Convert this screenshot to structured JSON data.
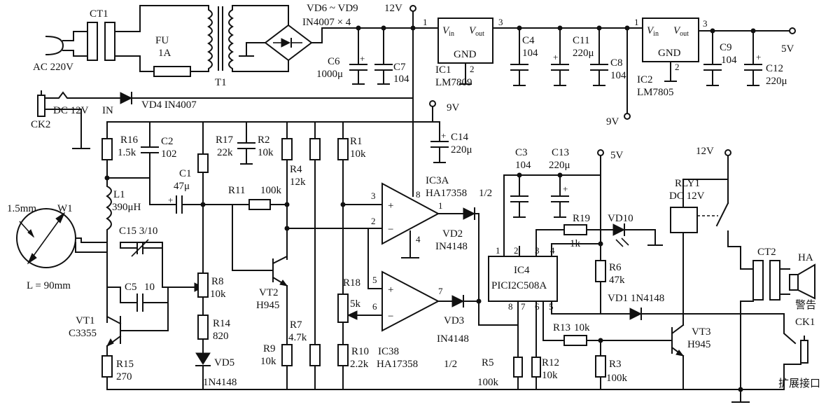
{
  "power": {
    "ac_in": "AC 220V",
    "ct1": "CT1",
    "fuse_name": "FU",
    "fuse_rating": "1A",
    "transformer": "T1",
    "bridge_name": "VD6 ~ VD9",
    "bridge_part": "IN4007 × 4",
    "rail_12v": "12V",
    "c6_name": "C6",
    "c6_val": "1000μ",
    "c7_name": "C7",
    "c7_val": "104",
    "ic1_name": "IC1",
    "ic1_part": "LM7809",
    "ic2_name": "IC2",
    "ic2_part": "LM7805",
    "vin": "V",
    "vin_sub": "in",
    "vout": "V",
    "vout_sub": "out",
    "gnd": "GND",
    "c4_name": "C4",
    "c4_val": "104",
    "c11_name": "C11",
    "c11_val": "220μ",
    "c8_name": "C8",
    "c8_val": "104",
    "c9_name": "C9",
    "c9_val": "104",
    "c12_name": "C12",
    "c12_val": "220μ",
    "out_5v": "5V",
    "out_9v": "9V",
    "dc_in": "DC 12V",
    "in_label": "IN",
    "vd4": "VD4 IN4007",
    "ck2": "CK2",
    "pin1": "1",
    "pin2": "2",
    "pin3": "3"
  },
  "detector": {
    "r16_name": "R16",
    "r16_val": "1.5k",
    "c2_name": "C2",
    "c2_val": "102",
    "l1_name": "L1",
    "l1_val": "390μH",
    "w1_name": "W1",
    "w1_dim": "1.5mm",
    "w1_len": "L = 90mm",
    "c15": "C15 3/10",
    "c5": "C5",
    "c5_val": "10",
    "vt1_name": "VT1",
    "vt1_part": "C3355",
    "r15_name": "R15",
    "r15_val": "270",
    "c1_name": "C1",
    "c1_val": "47μ",
    "r17_name": "R17",
    "r17_val": "22k",
    "r2_name": "R2",
    "r2_val": "10k",
    "r8_name": "R8",
    "r8_val": "10k",
    "r14_name": "R14",
    "r14_val": "820",
    "vd5_name": "VD5",
    "vd5_part": "1N4148",
    "r11_name": "R11",
    "r11_val": "100k",
    "r4_name": "R4",
    "r4_val": "12k",
    "vt2_name": "VT2",
    "vt2_part": "H945",
    "r7_name": "R7",
    "r7_val": "4.7k",
    "r9_name": "R9",
    "r9_val": "10k",
    "r1_name": "R1",
    "r1_val": "10k",
    "r18_name": "R18",
    "r18_val": "5k",
    "r10_name": "R10",
    "r10_val": "2.2k",
    "rail_9v": "9V",
    "c14_name": "C14",
    "c14_val": "220μ"
  },
  "comparator": {
    "ic3a_name": "IC3A",
    "ic3a_part": "HA17358",
    "ic3a_half": "1/2",
    "ic3b_name": "IC38",
    "ic3b_part": "HA17358",
    "ic3b_half": "1/2",
    "vd2_name": "VD2",
    "vd2_part": "IN4148",
    "vd3_name": "VD3",
    "vd3_part": "IN4148",
    "plus": "+",
    "minus": "−",
    "p1": "1",
    "p2": "2",
    "p3": "3",
    "p4": "4",
    "p5": "5",
    "p6": "6",
    "p7": "7",
    "p8": "8"
  },
  "control": {
    "c3_name": "C3",
    "c3_val": "104",
    "c13_name": "C13",
    "c13_val": "220μ",
    "rail_5v": "5V",
    "r19_name": "R19",
    "r19_val": "1k",
    "vd10": "VD10",
    "ic4_name": "IC4",
    "ic4_part": "PICI2C508A",
    "r6_name": "R6",
    "r6_val": "47k",
    "vd1": "VD1  1N4148",
    "r13_name": "R13",
    "r13_val": "10k",
    "vt3_name": "VT3",
    "vt3_part": "H945",
    "r3_name": "R3",
    "r3_val": "100k",
    "r5_name": "R5",
    "r5_val": "100k",
    "r12_name": "R12",
    "r12_val": "10k",
    "rly_name": "RLY1",
    "rly_part": "DC 12V",
    "rail_12v": "12V",
    "ct2": "CT2",
    "ha": "HA",
    "alarm": "警告",
    "ck1": "CK1",
    "ext_port": "扩展接口",
    "q1": "1",
    "q2": "2",
    "q3": "3",
    "q4": "4",
    "q5": "5",
    "q6": "6",
    "q7": "7",
    "q8": "8"
  }
}
